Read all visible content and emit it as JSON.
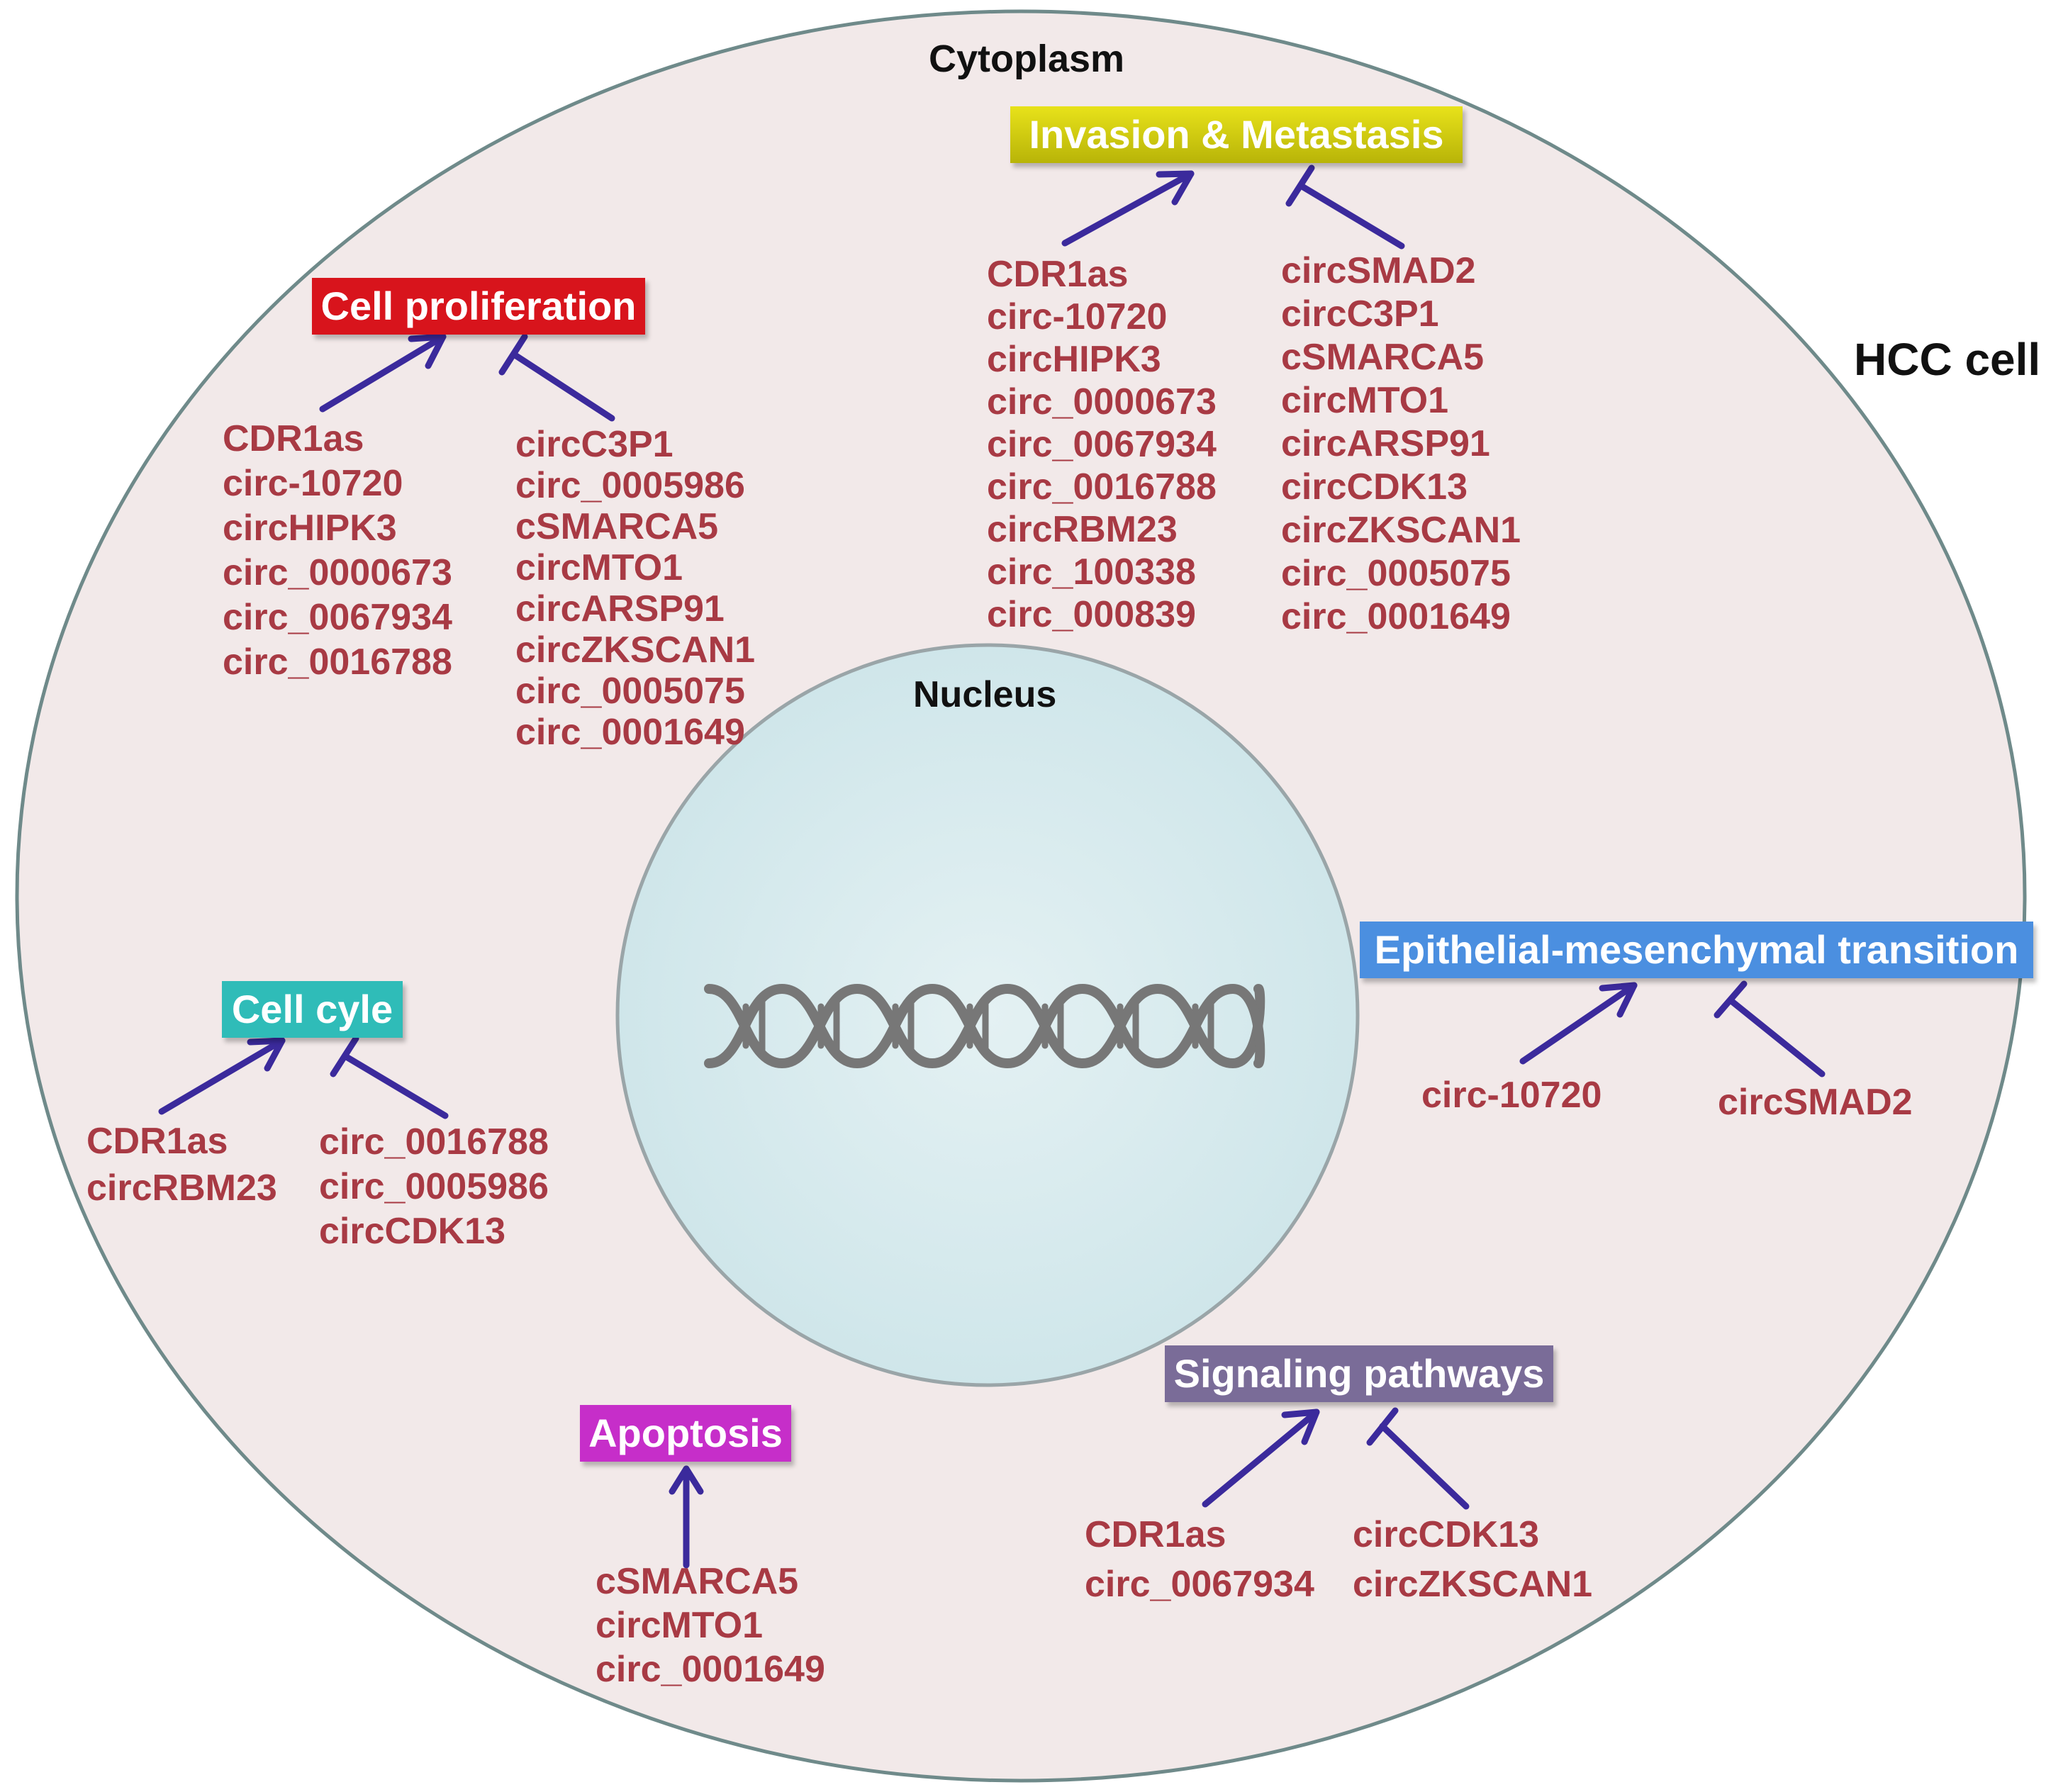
{
  "labels": {
    "cytoplasm": "Cytoplasm",
    "hcc_cell": "HCC cell",
    "nucleus": "Nucleus"
  },
  "colors": {
    "cell_fill": "#f2e9e9",
    "nucleus_fill": "#d9ecef",
    "arrow": "#3b2a9c",
    "circ_text": "#a83a44",
    "dna": "#777777"
  },
  "processes": {
    "proliferation": {
      "title": "Cell proliferation",
      "color": "#d8141c",
      "promote": [
        "CDR1as",
        "circ-10720",
        "circHIPK3",
        "circ_0000673",
        "circ_0067934",
        "circ_0016788"
      ],
      "inhibit": [
        "circC3P1",
        "circ_0005986",
        "cSMARCA5",
        "circMTO1",
        "circARSP91",
        "circZKSCAN1",
        "circ_0005075",
        "circ_0001649"
      ]
    },
    "invasion": {
      "title": "Invasion & Metastasis",
      "color": "#d7d20f",
      "promote": [
        "CDR1as",
        "circ-10720",
        "circHIPK3",
        "circ_0000673",
        "circ_0067934",
        "circ_0016788",
        "circRBM23",
        "circ_100338",
        "circ_000839"
      ],
      "inhibit": [
        "circSMAD2",
        "circC3P1",
        "cSMARCA5",
        "circMTO1",
        "circARSP91",
        "circCDK13",
        "circZKSCAN1",
        "circ_0005075",
        "circ_0001649"
      ]
    },
    "cell_cycle": {
      "title": "Cell cyle",
      "color": "#2fbcb8",
      "promote": [
        "CDR1as",
        "circRBM23"
      ],
      "inhibit": [
        "circ_0016788",
        "circ_0005986",
        "circCDK13"
      ]
    },
    "emt": {
      "title": "Epithelial-mesenchymal transition",
      "color": "#4b8fe0",
      "promote": [
        "circ-10720"
      ],
      "inhibit": [
        "circSMAD2"
      ]
    },
    "apoptosis": {
      "title": "Apoptosis",
      "color": "#c62ec9",
      "promote": [
        "cSMARCA5",
        "circMTO1",
        "circ_0001649"
      ]
    },
    "signaling": {
      "title": "Signaling pathways",
      "color": "#7a6c98",
      "promote": [
        "CDR1as",
        "circ_0067934"
      ],
      "inhibit": [
        "circCDK13",
        "circZKSCAN1"
      ]
    }
  }
}
